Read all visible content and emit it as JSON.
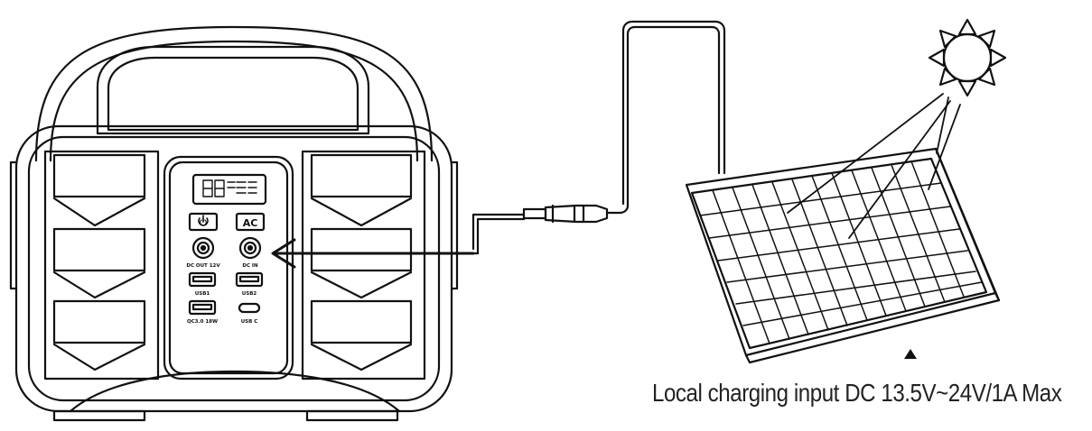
{
  "station": {
    "display_digits": "88",
    "power_button_label": "⏻",
    "ac_button_label": "AC",
    "ports": {
      "dc_out_label": "DC OUT 12V",
      "dc_in_label": "DC IN",
      "usb1_label": "USB1",
      "usb2_label": "USB2",
      "qc_label": "QC3.0 18W",
      "usbc_label": "USB C"
    }
  },
  "caption": {
    "text": "Local charging input DC 13.5V~24V/1A Max"
  },
  "colors": {
    "line": "#111111",
    "background": "#ffffff"
  },
  "icons": [
    "sun-icon",
    "power-icon",
    "arrow-icon",
    "triangle-marker-icon"
  ]
}
